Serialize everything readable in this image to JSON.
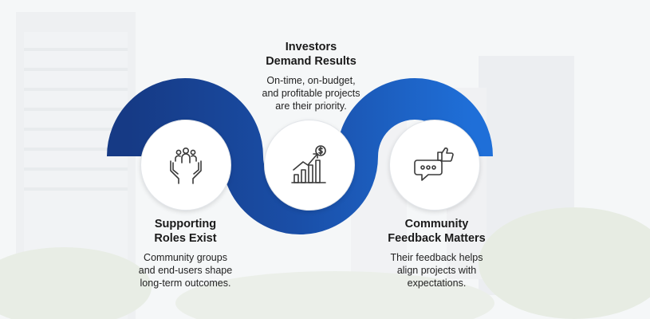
{
  "steps": [
    {
      "title": "Investors\nDemand Results",
      "description": "On-time, on-budget,\nand profitable projects\nare their priority.",
      "icon": "investment-growth-icon"
    },
    {
      "title": "Supporting\nRoles Exist",
      "description": "Community groups\nand end-users shape\nlong-term outcomes.",
      "icon": "community-hands-icon"
    },
    {
      "title": "Community\nFeedback Matters",
      "description": "Their feedback helps\nalign projects with\nexpectations.",
      "icon": "feedback-thumbs-up-icon"
    }
  ],
  "colors": {
    "wave_dark": "#163a85",
    "wave_light": "#1f6fd8",
    "icon_stroke": "#3a3a3a"
  }
}
